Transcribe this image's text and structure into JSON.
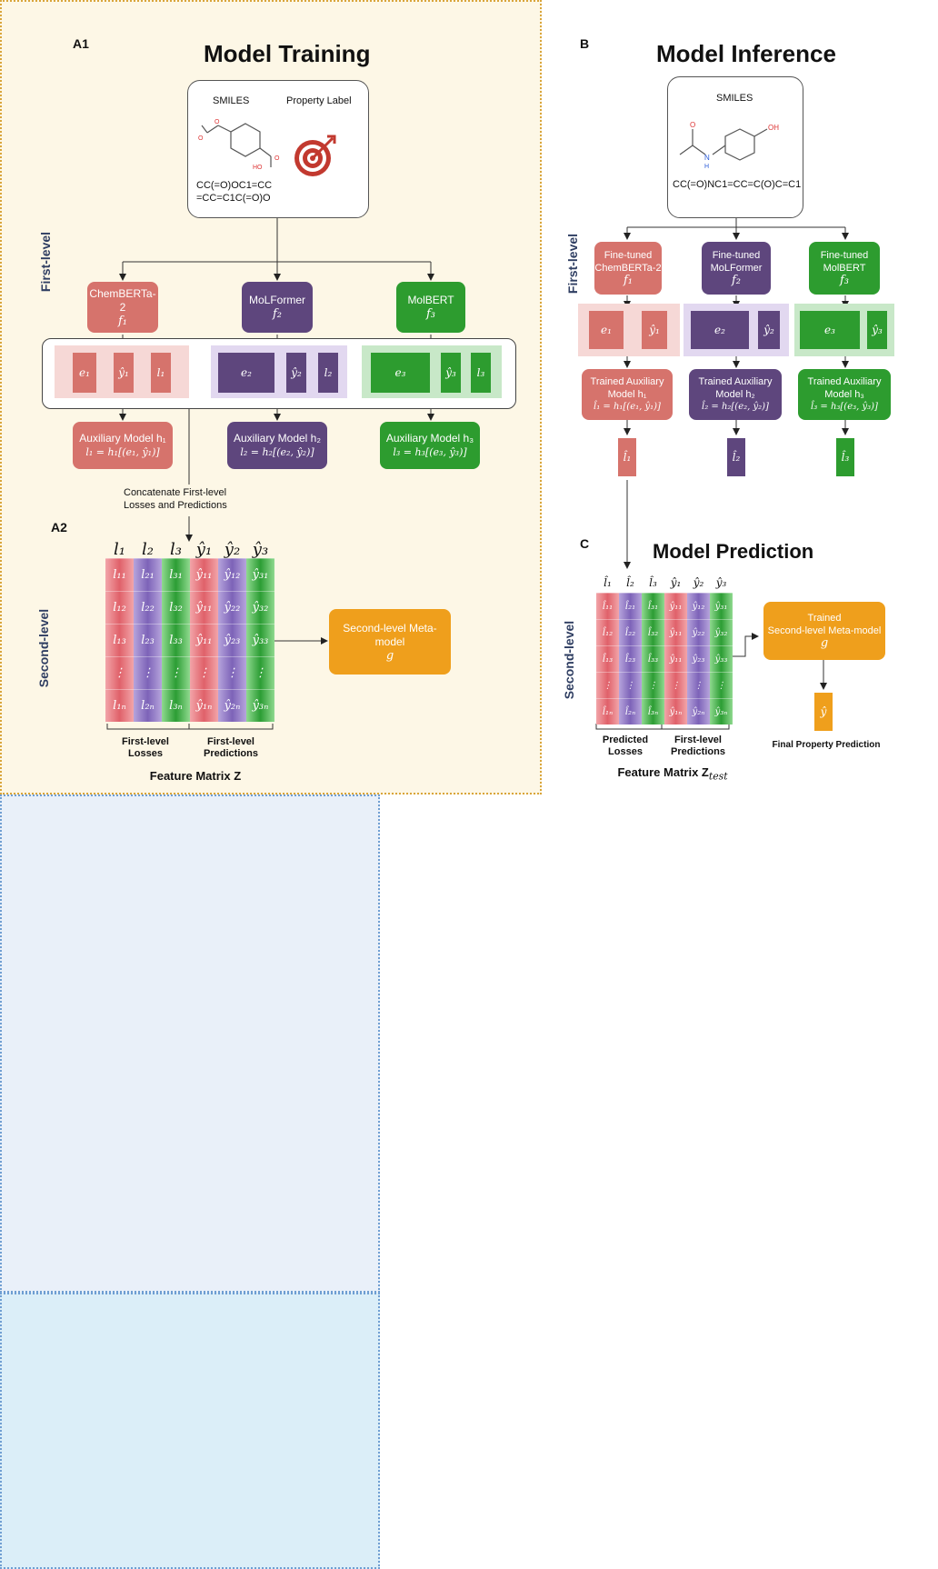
{
  "panel_a1": {
    "tag": "A1",
    "title": "Model Training",
    "vertical_label": "First-level",
    "input": {
      "smiles_label": "SMILES",
      "property_label": "Property Label",
      "smiles_line1": "CC(=O)OC1=CC",
      "smiles_line2": "=CC=C1C(=O)O"
    },
    "models": [
      {
        "name": "ChemBERTa-2",
        "func": "f₁",
        "color": "#d6736c"
      },
      {
        "name": "MoLFormer",
        "func": "f₂",
        "color": "#5e467d"
      },
      {
        "name": "MolBERT",
        "func": "f₃",
        "color": "#2d9c2f"
      }
    ],
    "rows": [
      {
        "e": "e₁",
        "y": "ŷ₁",
        "l": "l₁"
      },
      {
        "e": "e₂",
        "y": "ŷ₂",
        "l": "l₂"
      },
      {
        "e": "e₃",
        "y": "ŷ₃",
        "l": "l₃"
      }
    ],
    "aux": [
      {
        "line1": "Auxiliary Model h₁",
        "line2": "l₁ = h₁[(e₁, ŷ₁)]"
      },
      {
        "line1": "Auxiliary Model h₂",
        "line2": "l₂ = h₂[(e₂, ŷ₂)]"
      },
      {
        "line1": "Auxiliary Model h₃",
        "line2": "l₃ = h₃[(e₃, ŷ₃)]"
      }
    ],
    "concat_line1": "Concatenate First-level",
    "concat_line2": "Losses and Predictions"
  },
  "panel_a2": {
    "tag": "A2",
    "vertical_label": "Second-level",
    "headers": [
      "l₁",
      "l₂",
      "l₃",
      "ŷ₁",
      "ŷ₂",
      "ŷ₃"
    ],
    "cells": [
      [
        "l₁₁",
        "l₂₁",
        "l₃₁",
        "ŷ₁₁",
        "ŷ₁₂",
        "ŷ₃₁"
      ],
      [
        "l₁₂",
        "l₂₂",
        "l₃₂",
        "ŷ₁₁",
        "ŷ₂₂",
        "ŷ₃₂"
      ],
      [
        "l₁₃",
        "l₂₃",
        "l₃₃",
        "ŷ₁₁",
        "ŷ₂₃",
        "ŷ₃₃"
      ],
      [
        "⋮",
        "⋮",
        "⋮",
        "⋮",
        "⋮",
        "⋮"
      ],
      [
        "l₁ₙ",
        "l₂ₙ",
        "l₃ₙ",
        "ŷ₁ₙ",
        "ŷ₂ₙ",
        "ŷ₃ₙ"
      ]
    ],
    "brace_left_1": "First-level",
    "brace_left_2": "Losses",
    "brace_right_1": "First-level",
    "brace_right_2": "Predictions",
    "feature_label": "Feature Matrix Z",
    "meta_line1": "Second-level Meta-model",
    "meta_line2": "g"
  },
  "panel_b": {
    "tag": "B",
    "title": "Model Inference",
    "vertical_label": "First-level",
    "input": {
      "smiles_label": "SMILES",
      "smiles": "CC(=O)NC1=CC=C(O)C=C1"
    },
    "models": [
      {
        "line1": "Fine-tuned",
        "line2": "ChemBERTa-2",
        "func": "f₁"
      },
      {
        "line1": "Fine-tuned",
        "line2": "MoLFormer",
        "func": "f₂"
      },
      {
        "line1": "Fine-tuned",
        "line2": "MolBERT",
        "func": "f₃"
      }
    ],
    "rows": [
      {
        "e": "e₁",
        "y": "ŷ₁"
      },
      {
        "e": "e₂",
        "y": "ŷ₂"
      },
      {
        "e": "e₃",
        "y": "ŷ₃"
      }
    ],
    "aux": [
      {
        "line1": "Trained Auxiliary",
        "line2": "Model h₁",
        "line3": "l̂₁ = h₁[(e₁, ŷ₁)]"
      },
      {
        "line1": "Trained Auxiliary",
        "line2": "Model h₂",
        "line3": "l̂₂ = h₂[(e₂, ŷ₂)]"
      },
      {
        "line1": "Trained Auxiliary",
        "line2": "Model h₃",
        "line3": "l̂₃ = h₃[(e₃, ŷ₃)]"
      }
    ],
    "outputs": [
      "l̂₁",
      "l̂₂",
      "l̂₃"
    ]
  },
  "panel_c": {
    "tag": "C",
    "title": "Model Prediction",
    "vertical_label": "Second-level",
    "headers": [
      "l̂₁",
      "l̂₂",
      "l̂₃",
      "ŷ₁",
      "ŷ₂",
      "ŷ₃"
    ],
    "cells": [
      [
        "l̂₁₁",
        "l̂₂₁",
        "l̂₃₁",
        "ŷ₁₁",
        "ŷ₁₂",
        "ŷ₃₁"
      ],
      [
        "l̂₁₂",
        "l̂₂₂",
        "l̂₃₂",
        "ŷ₁₁",
        "ŷ₂₂",
        "ŷ₃₂"
      ],
      [
        "l̂₁₃",
        "l̂₂₃",
        "l̂₃₃",
        "ŷ₁₁",
        "ŷ₂₃",
        "ŷ₃₃"
      ],
      [
        "⋮",
        "⋮",
        "⋮",
        "⋮",
        "⋮",
        "⋮"
      ],
      [
        "l̂₁ₙ",
        "l̂₂ₙ",
        "l̂₃ₙ",
        "ŷ₁ₙ",
        "ŷ₂ₙ",
        "ŷ₃ₙ"
      ]
    ],
    "brace_left_1": "Predicted",
    "brace_left_2": "Losses",
    "brace_right_1": "First-level",
    "brace_right_2": "Predictions",
    "feature_label": "Feature Matrix Z",
    "feature_sub": "test",
    "meta_line1": "Trained",
    "meta_line2": "Second-level Meta-model",
    "meta_line3": "g",
    "output": "ŷ",
    "final_label": "Final Property Prediction"
  }
}
